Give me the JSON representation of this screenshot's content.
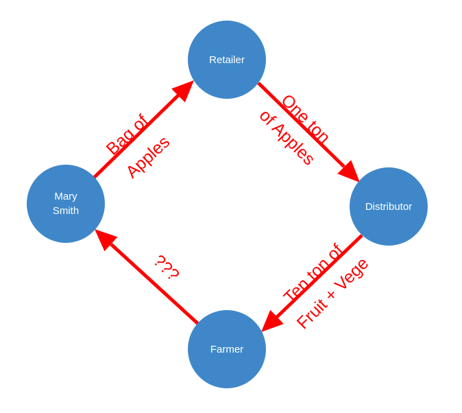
{
  "colors": {
    "node_fill": "#3f87c9",
    "node_text": "#ffffff",
    "arrow": "#ff0000",
    "background": "#ffffff"
  },
  "nodes": {
    "retailer": {
      "label": "Retailer"
    },
    "distributor": {
      "label": "Distributor"
    },
    "farmer": {
      "label": "Farmer"
    },
    "mary": {
      "line1": "Mary",
      "line2": "Smith"
    }
  },
  "edges": {
    "mary_to_retailer": {
      "line1": "Bag of",
      "line2": "Apples"
    },
    "retailer_to_distributor": {
      "line1": "One ton",
      "line2": "of Apples"
    },
    "distributor_to_farmer": {
      "line1": "Ten ton of",
      "line2": "Fruit + Vege"
    },
    "farmer_to_mary": {
      "line1": "???"
    }
  }
}
